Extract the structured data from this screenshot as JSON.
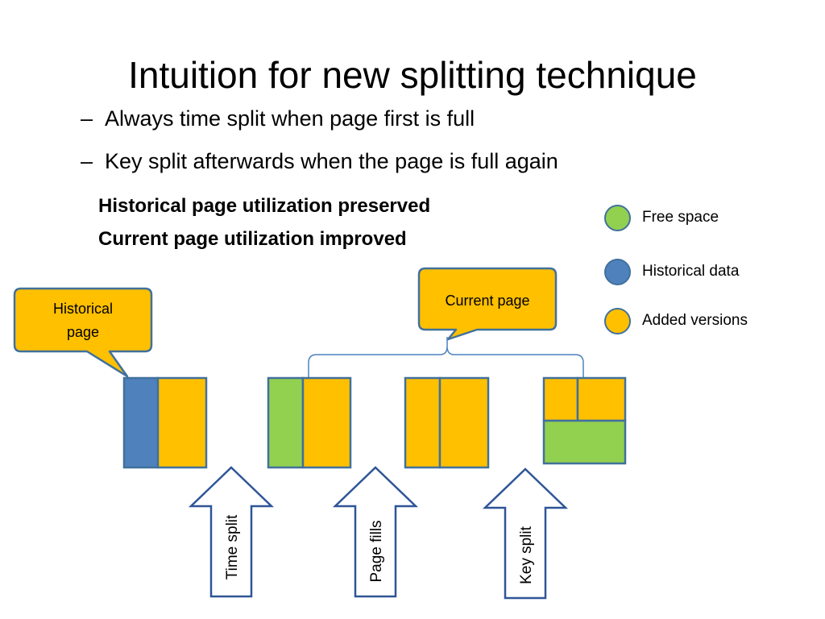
{
  "title": "Intuition for new splitting technique",
  "bullets": [
    {
      "dash": "–",
      "text": "Always time split when page first is full"
    },
    {
      "dash": "–",
      "text": "Key split afterwards when the page is full again"
    }
  ],
  "highlights": [
    "Historical page utilization preserved",
    "Current page utilization improved"
  ],
  "legend": [
    {
      "label": "Free space",
      "color": "#92d050"
    },
    {
      "label": "Historical data",
      "color": "#4f81bd"
    },
    {
      "label": "Added versions",
      "color": "#ffc000"
    }
  ],
  "callouts": {
    "historical_page": [
      "Historical",
      "page"
    ],
    "current_page": "Current page"
  },
  "arrows": [
    "Time split",
    "Page fills",
    "Key split"
  ],
  "colors": {
    "free_space": "#92d050",
    "historical_data": "#4f81bd",
    "added_versions": "#ffc000",
    "outline": "#41719c",
    "arrow_outline": "#2f5597"
  }
}
